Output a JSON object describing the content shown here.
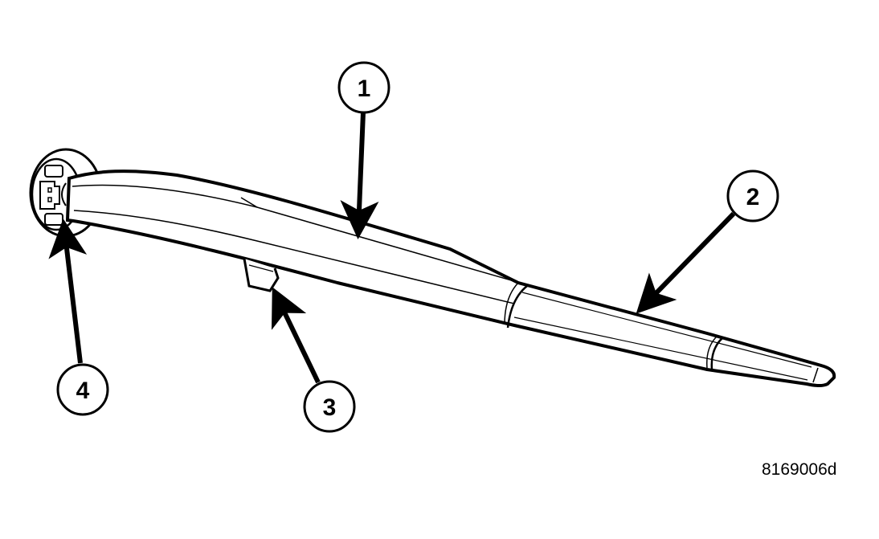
{
  "figure": {
    "id_label": "8169006d",
    "subject": "rear wiper arm",
    "stroke_color": "#000000",
    "background_color": "#ffffff"
  },
  "callouts": [
    {
      "number": "1",
      "target": "wiper arm upper body"
    },
    {
      "number": "2",
      "target": "wiper arm tip section"
    },
    {
      "number": "3",
      "target": "tab on underside of arm"
    },
    {
      "number": "4",
      "target": "arm pivot base / cap"
    }
  ]
}
